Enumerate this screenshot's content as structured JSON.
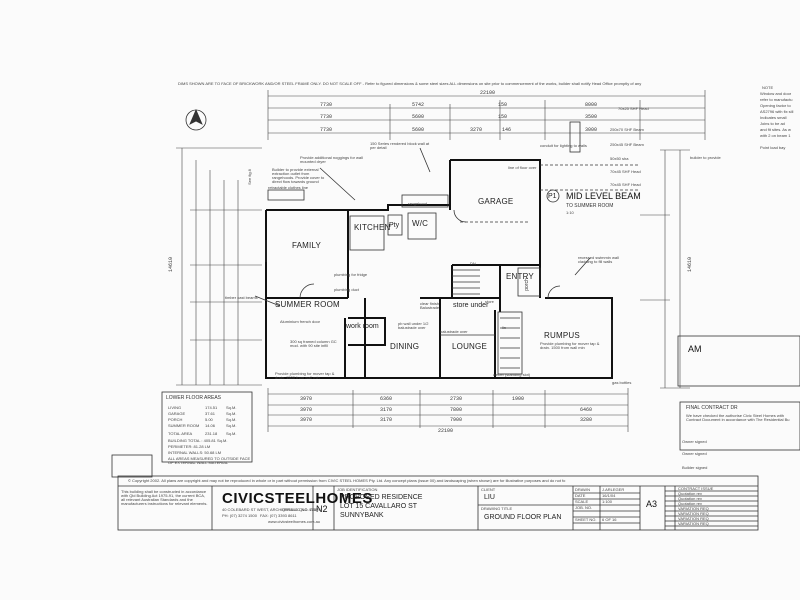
{
  "top_note": "DIMS SHOWN ARE TO FACE OF BRICKWORK AND/OR STEEL FRAME ONLY. DO NOT SCALE OFF - Refer to figured dimensions & some steel sizes ALL dimensions on site prior to commencement of the works, builder shall notify Head Office promptly of any",
  "dims": {
    "overall_top": "22100",
    "top_segments": [
      "7730",
      "5742",
      "150",
      "8000"
    ],
    "row2": [
      "7730",
      "5600",
      "150",
      "3500"
    ],
    "row3": [
      "7730",
      "5600",
      "3270",
      "146",
      "3000"
    ],
    "bottom_row1": [
      "3970",
      "6360",
      "2730",
      "1900"
    ],
    "bottom_row2": [
      "3970",
      "3170",
      "7800",
      "6460"
    ],
    "bottom_row3": [
      "3970",
      "3170",
      "7900",
      "3280"
    ],
    "overall_bottom": "22100",
    "left_total": "14610",
    "right_total": "14610"
  },
  "rooms": {
    "family": "FAMILY",
    "kitchen": "KITCHEN",
    "pty": "Pty",
    "wc": "W/C",
    "garage": "GARAGE",
    "entry": "ENTRY",
    "porch": "porch",
    "store": "store under",
    "summer": "SUMMER ROOM",
    "work": "work room",
    "dining": "DINING",
    "lounge": "LOUNGE",
    "rumpus": "RUMPUS",
    "lin": "lin"
  },
  "beam": {
    "code": "P1",
    "title": "MID LEVEL BEAM",
    "subtitle": "TO SUMMER ROOM",
    "scale": "1:10"
  },
  "notes": {
    "nogging": "Provide additional noggings for wall mounted dryer",
    "builder_ext": "Builder to provide external extraction outlet from rangehoods. Provide cover to direct flow towards ground",
    "retractable": "retractable clothes line",
    "plumbing_fridge": "plumbing for fridge",
    "plumbing_duct": "plumbing duct",
    "block_wall": "150 Series rendered block wall at per detail",
    "conduit": "conduit for lighting to walls",
    "line_floor_over": "line of floor over",
    "recessed": "recessed swimmin wall cladding to fill walls",
    "timber_beam": "timber cast beams",
    "aluminium": "Aluminium french door",
    "steel_col": "300 sq framed column GC mod. with 90 site infill",
    "mover_tap": "Provide plumbing for mover tap & drain. 1500 from wall min",
    "pb_wall": "pb wall under 1/2 balustrade over",
    "glass_rail": "clear finish Balustrade",
    "gas_bottles": "gas bottles",
    "weber": "weber (standing slot)"
  },
  "areas": {
    "heading": "LOWER FLOOR AREAS",
    "rows": [
      {
        "label": "LIVING",
        "value": "174.51",
        "unit": "Sq.M."
      },
      {
        "label": "GARAGE",
        "value": "37.61",
        "unit": "Sq.M."
      },
      {
        "label": "PORCH",
        "value": "5.00",
        "unit": "Sq.M."
      },
      {
        "label": "SUMMER ROOM",
        "value": "14.06",
        "unit": "Sq.M."
      }
    ],
    "total_label": "TOTAL AREA",
    "total_value": "231.18",
    "total_unit": "Sq.M.",
    "building_total": "BUILDING TOTAL : 405.81 Sq.M.",
    "perimeter": "PERIMETER: 81.28 LM",
    "internal": "INTERNAL WALLS: 50.68 LM",
    "measured": "ALL AREAS MEASURED TO OUTSIDE FACE OF EXTERNAL WALL MATERIAL"
  },
  "right_notes": {
    "n1": "NOTE",
    "n2": "Window and door",
    "n3": "refer to manufactu",
    "n4": "Opening factor to",
    "n5": "AS2796 with fix sill",
    "n6": "Indicates small",
    "n7": "Joins to be ad",
    "n8": "and fit sites. As w",
    "n9": "with 2 on beam 1",
    "n10": "Point load bay",
    "beam1": "250x70 SHF Beam",
    "beam2": "250x45 SHF Beam",
    "beam3": "50x50 sha",
    "beam4": "70x25 SHF Head",
    "beam5": "70x45 SHF Head",
    "beam6": "70x45 SHF Head",
    "builder_notes": "builder to provide",
    "final_contract": "FINAL CONTRACT DR",
    "final_contract_2": "We have checked the authorise Civic Steel Homes with Contract Document in accordance with The Residential Bu",
    "owner_signed_1": "Owner signed",
    "owner_signed_2": "Owner signed",
    "builder_signed": "Builder signed",
    "am": "AM"
  },
  "copyright": "© Copyright 2002. All plans are copyright and may not be reproduced in whole or in part without permission from CIVIC STEEL HOMES Pty. Ltd. Any concept plans (issue 00) and landscaping (when shown) are for illustrative purposes and do not fo",
  "title_block": {
    "compliance": "This building shall be constructed in accordance with Qld Building Act 1975-91, the current BCA, all relevant Australian Standards and the manufacturers instructions for relevant elements.",
    "logo": "CIVICSTEELHOMES",
    "address": "40 COLEBARD ST WEST, ARCHERFIELD QLD 4108",
    "license": "QBSA LIC NO. 77076",
    "phone": "PH: (07) 3274 1500",
    "fax": "FAX: (07) 3393 8611",
    "web": "www.civicsteelhomes.com.au",
    "sheet_code": "N2",
    "job_id_label": "JOB IDENTIFICATION",
    "job_title": "PROPOSED RESIDENCE",
    "lot": "LOT 15 CAVALLARO ST",
    "suburb": "SUNNYBANK",
    "client_label": "CLIENT",
    "client": "LIU",
    "drawing_title_label": "DRAWING TITLE",
    "drawing_title": "GROUND FLOOR PLAN",
    "drawn_label": "DRAWN",
    "drawn": "J.ARLEGER",
    "date_label": "DATE",
    "date": "16/1/04",
    "scale_label": "SCALE",
    "scale": "1:100",
    "job_no_label": "JOB. NO.",
    "sheet_no_label": "SHEET NO.",
    "sheet_no": "6  OF  16",
    "sheet_size": "A3",
    "revisions": [
      "CONTRACT ISSUE",
      "Quotation rev",
      "Quotation rev",
      "Quotation rev",
      "VARIATION REQ",
      "VARIATION REQ",
      "VARIATION REQ",
      "VARIATION REQ"
    ]
  },
  "misc": {
    "left_stamp": "See fig 8",
    "rangehood": "rangehood",
    "balustrade": "balustrade over",
    "store_note": "store",
    "stair": "DN"
  }
}
